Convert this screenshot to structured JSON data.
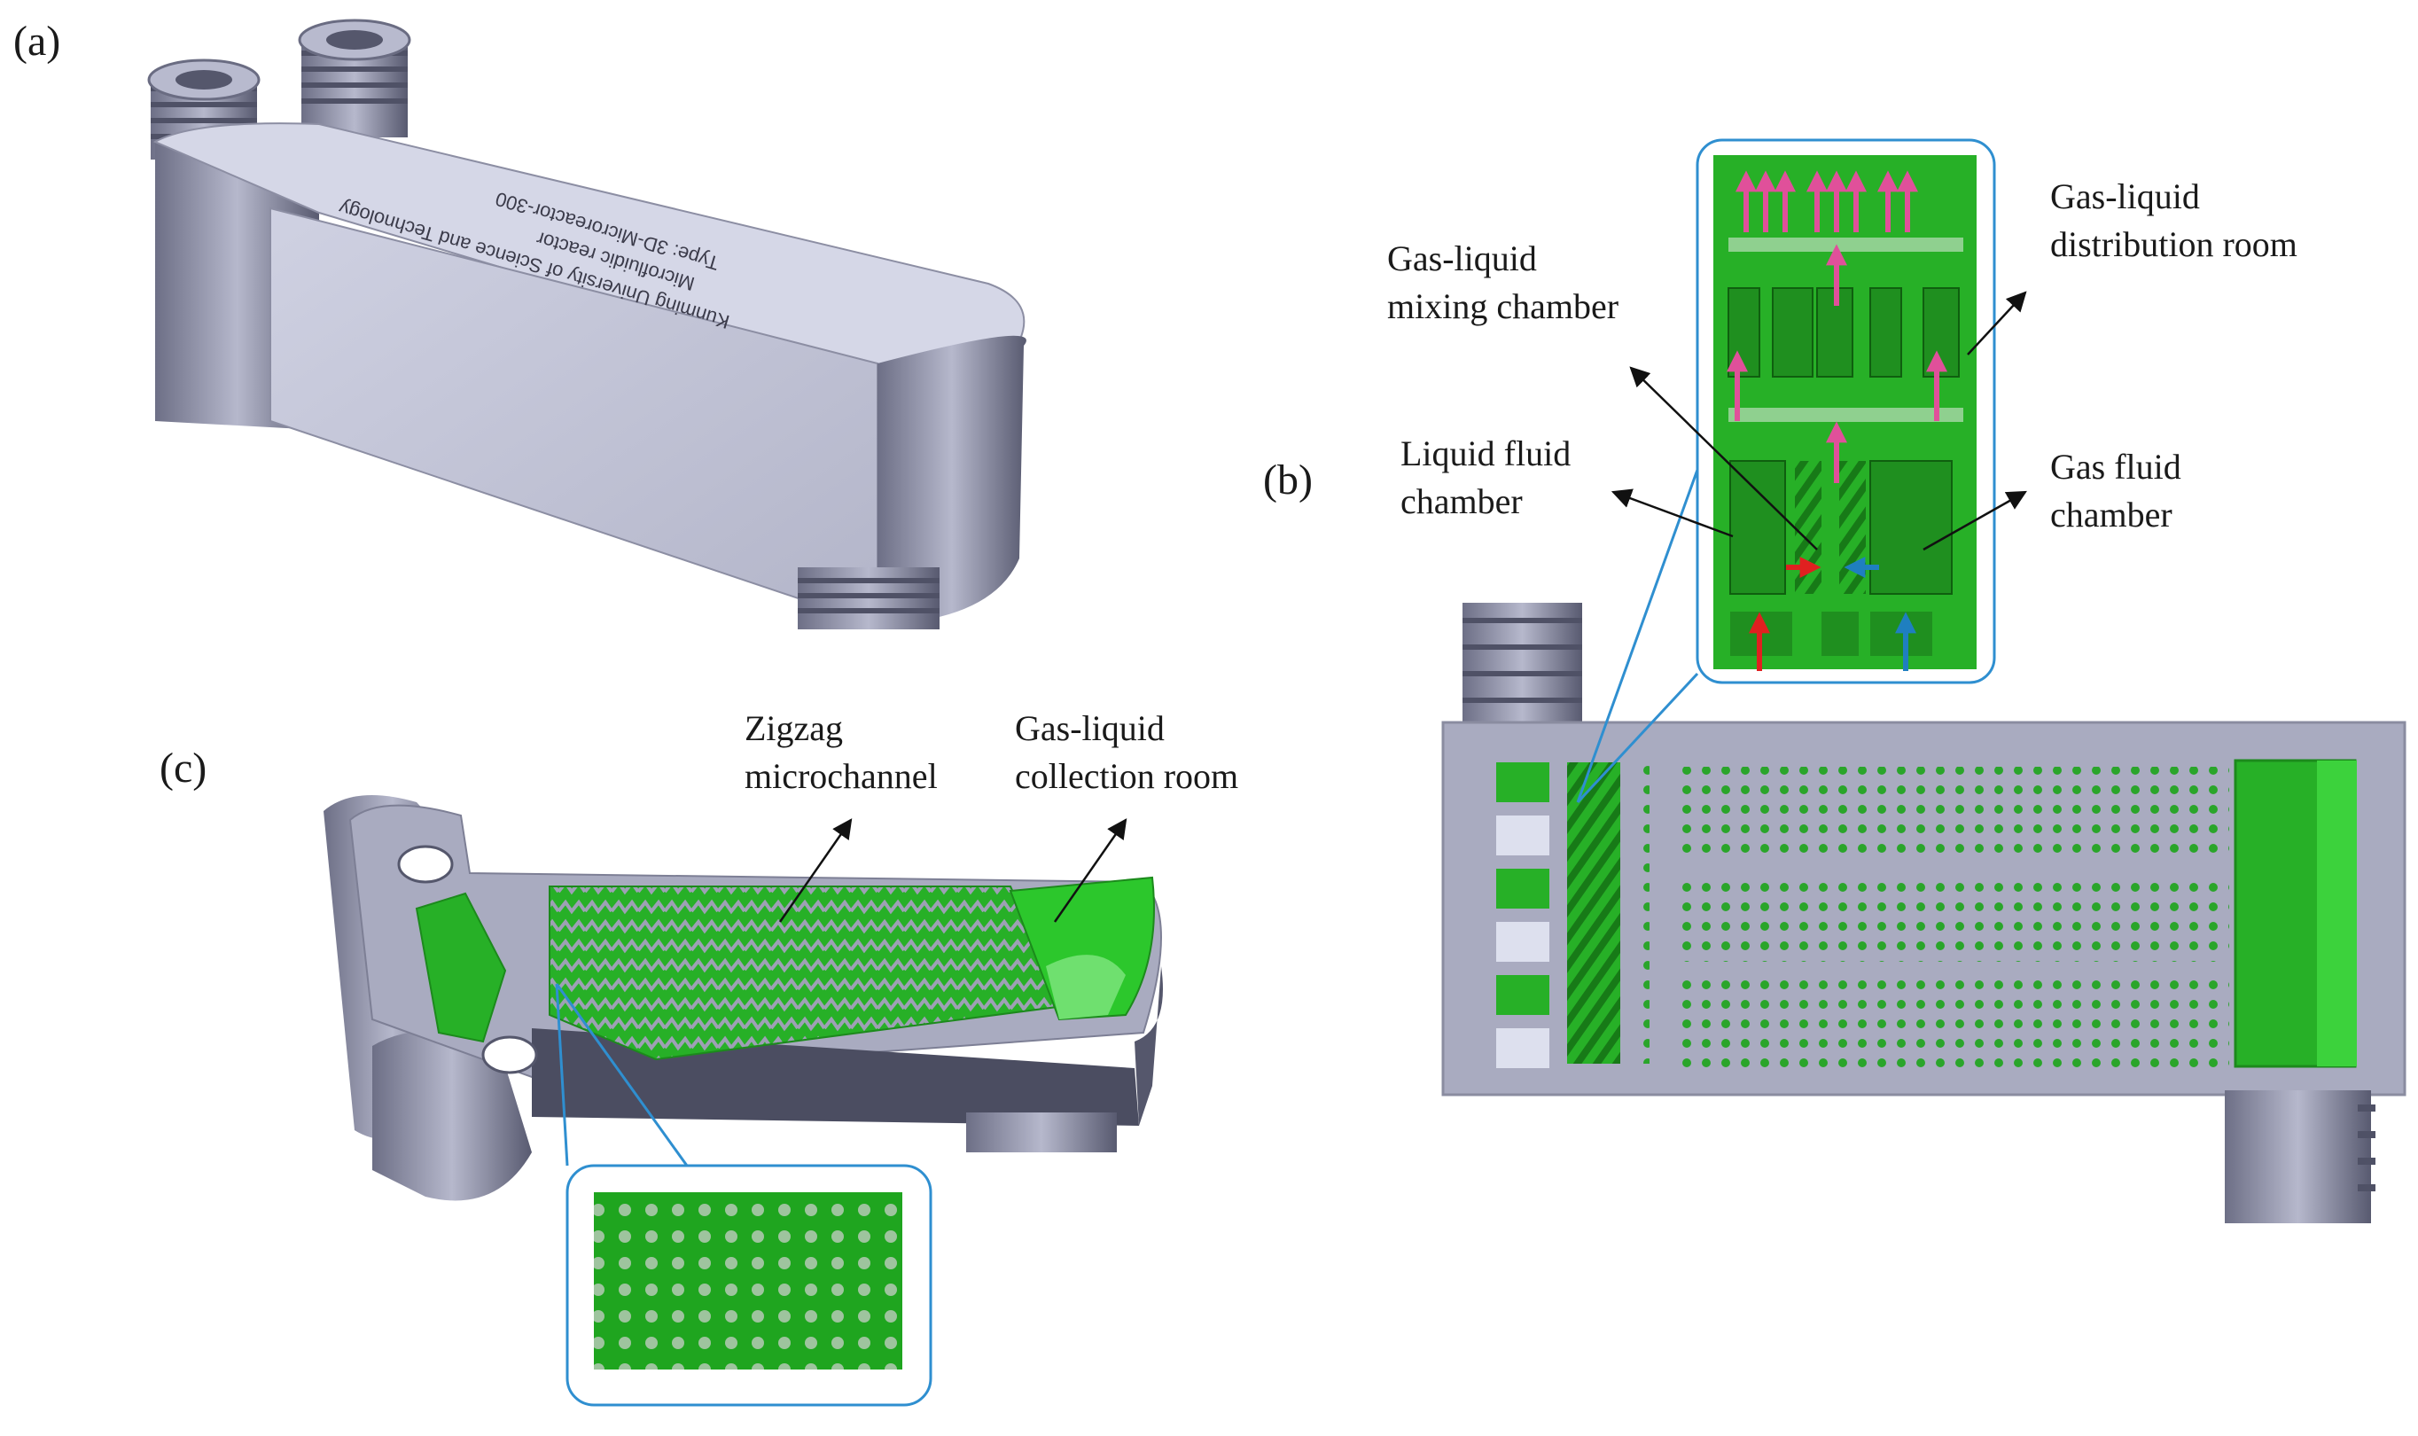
{
  "panels": {
    "a": "(a)",
    "b": "(b)",
    "c": "(c)"
  },
  "part_a": {
    "engraving": [
      "Kunming University of Science and Technology",
      "Microfluidic reactor",
      "Type: 3D-Microreactor-300"
    ]
  },
  "part_b": {
    "labels": {
      "gas_liquid_distribution_room": [
        "Gas-liquid",
        "distribution room"
      ],
      "gas_liquid_mixing_chamber": [
        "Gas-liquid",
        "mixing  chamber"
      ],
      "liquid_fluid_chamber": [
        "Liquid fluid",
        "chamber"
      ],
      "gas_fluid_chamber": [
        "Gas fluid",
        "chamber"
      ]
    }
  },
  "part_c": {
    "labels": {
      "zigzag_microchannel": [
        "Zigzag",
        "microchannel"
      ],
      "gas_liquid_collection_room": [
        "Gas-liquid",
        "collection room"
      ]
    }
  },
  "colors": {
    "metal_light": "#c4c6d8",
    "metal_mid": "#a9abc0",
    "metal_dark": "#6d6f86",
    "green": "#27b027",
    "green_light": "#4fd64f",
    "magenta_arrow": "#e0509a",
    "red_arrow": "#e02020",
    "blue_arrow": "#1f7fc0",
    "callout_border": "#2f8fd0"
  },
  "icons": {
    "leader": "leader-line-arrow",
    "flow": "flow-arrow"
  }
}
